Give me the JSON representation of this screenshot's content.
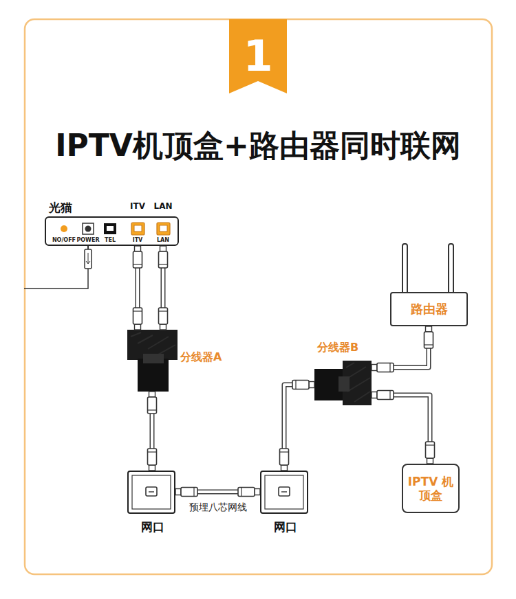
{
  "diagram": {
    "title": "IPTV机顶盒+路由器同时联网",
    "nodes": [
      {
        "text": [
          "1"
        ]
      },
      {
        "text": [
          "光猫",
          "NO/OFF",
          "POWER",
          "TEL",
          "ITV",
          "LAN"
        ]
      },
      {
        "text": [
          "路由器"
        ]
      },
      {
        "text": [
          "分线器A"
        ]
      },
      {
        "text": [
          "分线器B"
        ]
      },
      {
        "text": [
          "网口"
        ]
      },
      {
        "text": [
          "网口"
        ]
      },
      {
        "text": [
          "IPTV 机顶盒"
        ]
      }
    ],
    "edges": [
      {
        "from": 1,
        "to": 3,
        "arrow": "none"
      },
      {
        "from": 1,
        "to": 3,
        "arrow": "none"
      },
      {
        "from": 3,
        "to": 5,
        "arrow": "none"
      },
      {
        "from": 5,
        "to": 6,
        "label": "预埋八芯网线",
        "arrow": "none"
      },
      {
        "from": 6,
        "to": 4,
        "arrow": "none"
      },
      {
        "from": 4,
        "to": 2,
        "arrow": "none"
      },
      {
        "from": 4,
        "to": 7,
        "arrow": "none"
      }
    ],
    "labels": [
      "ITV",
      "LAN"
    ]
  }
}
